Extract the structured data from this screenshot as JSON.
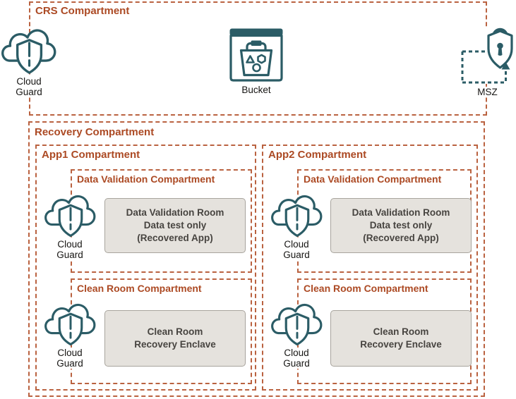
{
  "colors": {
    "compartment_border": "#BA6240",
    "compartment_title": "#AC4A24",
    "icon_teal": "#2B5C66",
    "room_box_fill": "#E5E2DD",
    "room_box_border": "#A8A49D",
    "room_box_text": "#474440"
  },
  "compartments": {
    "crs": {
      "title": "CRS Compartment"
    },
    "recovery": {
      "title": "Recovery Compartment"
    },
    "app1": {
      "title": "App1 Compartment"
    },
    "app2": {
      "title": "App2 Compartment"
    },
    "data_validation": {
      "title": "Data Validation Compartment"
    },
    "clean_room": {
      "title": "Clean Room Compartment"
    }
  },
  "rooms": {
    "data_validation_room": {
      "line1": "Data Validation Room",
      "line2": "Data test only",
      "line3": "(Recovered App)"
    },
    "clean_room_enclave": {
      "line1": "Clean Room",
      "line2": "Recovery Enclave"
    }
  },
  "icons": {
    "cloud_guard": {
      "label_line1": "Cloud",
      "label_line2": "Guard"
    },
    "bucket": {
      "label": "Bucket"
    },
    "msz": {
      "label": "MSZ"
    }
  }
}
